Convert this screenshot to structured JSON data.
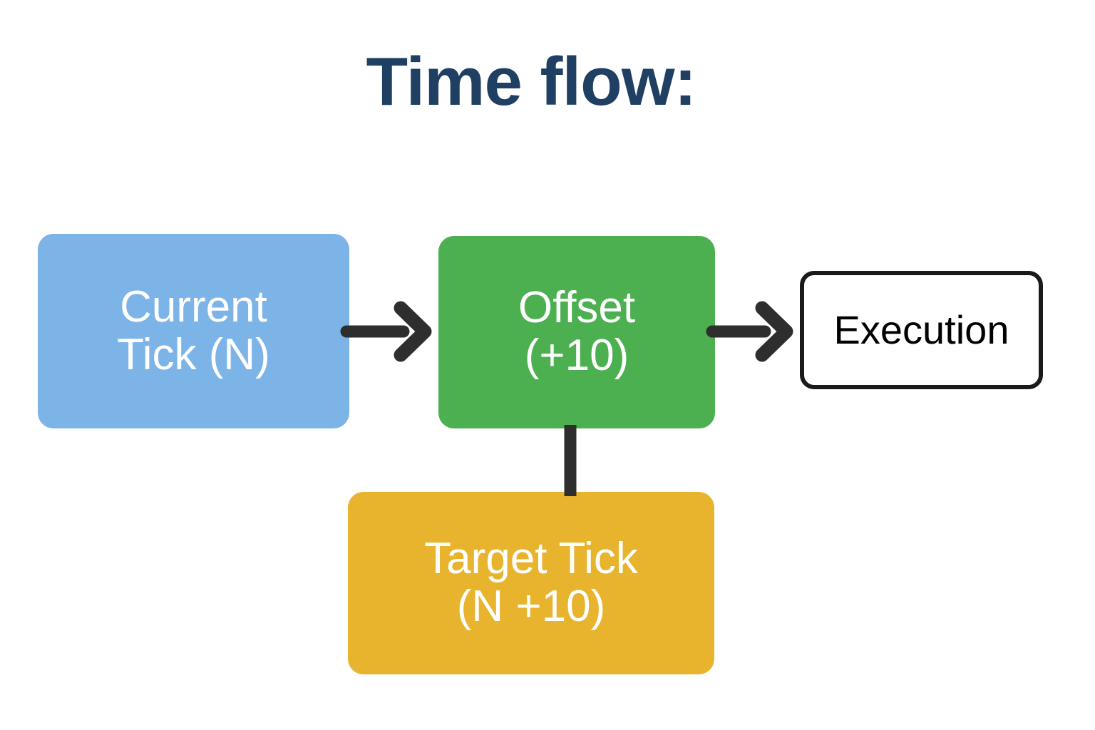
{
  "diagram": {
    "title": "Time flow:",
    "title_color": "#1F3F63",
    "background_color": "#FFFFFF",
    "type": "flowchart",
    "nodes": [
      {
        "id": "current-tick",
        "label": "Current\nTick (N)",
        "fill": "#7DB4E8",
        "text_color": "#FFFFFF",
        "shape": "rounded-rect"
      },
      {
        "id": "offset",
        "label": "Offset\n(+10)",
        "fill": "#4CAF50",
        "text_color": "#FFFFFF",
        "shape": "rounded-rect"
      },
      {
        "id": "execution",
        "label": "Execution",
        "fill": "#FFFFFF",
        "text_color": "#000000",
        "border_color": "#1A1A1A",
        "shape": "rounded-rect-outlined"
      },
      {
        "id": "target-tick",
        "label": "Target Tick\n(N +10)",
        "fill": "#E8B42E",
        "text_color": "#FFFFFF",
        "shape": "rounded-rect"
      }
    ],
    "edges": [
      {
        "id": "current-to-offset",
        "from": "current-tick",
        "to": "offset",
        "style": "arrow",
        "direction": "right",
        "color": "#2E2E2E"
      },
      {
        "id": "offset-to-execution",
        "from": "offset",
        "to": "execution",
        "style": "arrow",
        "direction": "right",
        "color": "#2E2E2E"
      },
      {
        "id": "offset-to-target",
        "from": "offset",
        "to": "target-tick",
        "style": "line",
        "direction": "down",
        "color": "#2E2E2E"
      }
    ]
  }
}
